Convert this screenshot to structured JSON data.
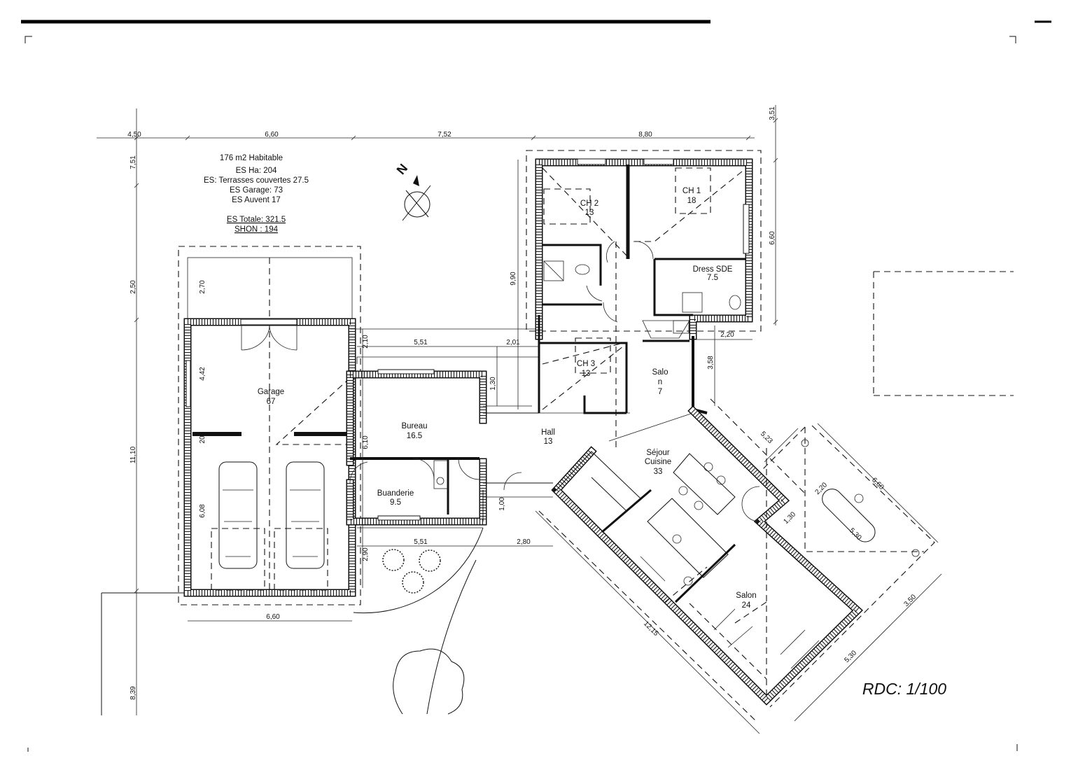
{
  "summary": {
    "title": "176 m2 Habitable",
    "lines": [
      "ES Ha:  204",
      "ES: Terrasses couvertes 27.5",
      "ES Garage: 73",
      "ES Auvent 17"
    ],
    "total": "ES Totale: 321.5",
    "shon": "SHON : 194"
  },
  "north_label": "N",
  "scale_label": "RDC: 1/100",
  "rooms": {
    "ch2": {
      "name": "CH 2",
      "area": "13"
    },
    "ch1": {
      "name": "CH 1",
      "area": "18"
    },
    "dress": {
      "name": "Dress SDE",
      "area": "7.5"
    },
    "ch3": {
      "name": "CH 3",
      "area": "13"
    },
    "salon_small": {
      "name_a": "Salo",
      "name_b": "n",
      "area": "7"
    },
    "garage": {
      "name": "Garage",
      "area": "67"
    },
    "bureau": {
      "name": "Bureau",
      "area": "16.5"
    },
    "hall": {
      "name": "Hall",
      "area": "13"
    },
    "sejour": {
      "name_a": "Séjour",
      "name_b": "Cuisine",
      "area": "33"
    },
    "buanderie": {
      "name": "Buanderie",
      "area": "9.5"
    },
    "salon": {
      "name": "Salon",
      "area": "24"
    }
  },
  "dimensions": {
    "top": [
      "4,50",
      "6,60",
      "7,52",
      "8,80"
    ],
    "top_right": "3,51",
    "left": [
      "7,51",
      "2,50",
      "11,10",
      "8,39"
    ],
    "garage": [
      "2,70",
      "4,42",
      "20",
      "6,08",
      "6,60"
    ],
    "middle": [
      "5,51",
      "2,01",
      "2,10",
      "1,30",
      "6,10",
      "2,90",
      "5,51",
      "2,80",
      "1,00"
    ],
    "bedrooms": [
      "9,90",
      "6,60",
      "3,58",
      "2,20"
    ],
    "living": [
      "5,23",
      "2,20",
      "1,30",
      "6,60",
      "5,30",
      "3,50",
      "5,30",
      "12,15"
    ]
  }
}
